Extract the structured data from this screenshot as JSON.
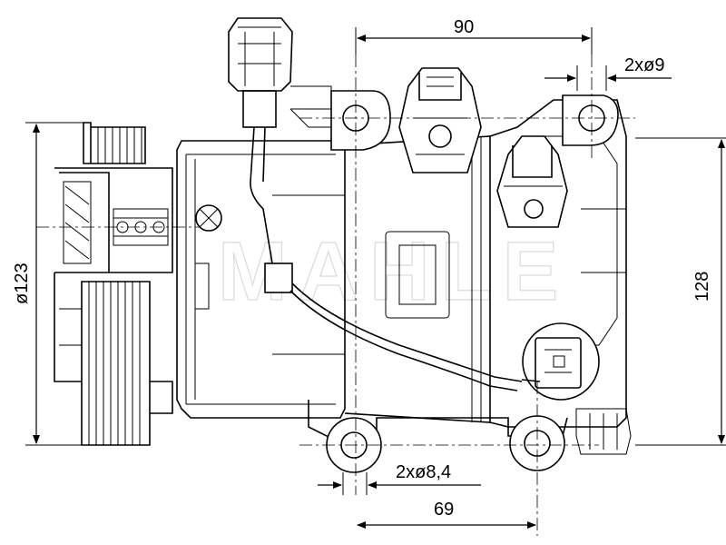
{
  "dimensions": {
    "top_width": "90",
    "hole_top": "2xø9",
    "diameter_pulley": "ø123",
    "height": "128",
    "hole_bottom": "2xø8,4",
    "bottom_width": "69"
  },
  "watermark": "MAHLE"
}
